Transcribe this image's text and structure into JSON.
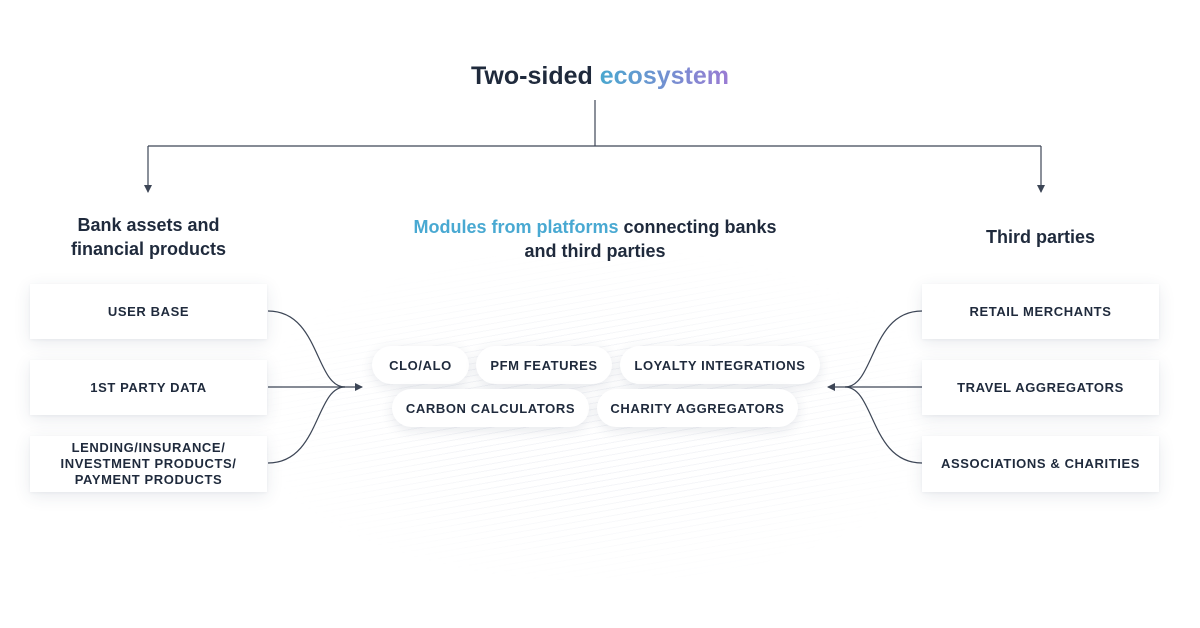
{
  "title": {
    "main": "Two-sided",
    "accent": "ecosystem"
  },
  "left": {
    "heading_line1": "Bank assets and",
    "heading_line2": "financial products",
    "cards": [
      "USER BASE",
      "1ST PARTY DATA",
      "LENDING/INSURANCE/ INVESTMENT PRODUCTS/ PAYMENT PRODUCTS"
    ]
  },
  "center": {
    "heading_accent": "Modules from platforms",
    "heading_rest": "connecting banks",
    "heading_line2": "and third parties",
    "modules_row1": [
      "CLO/ALO",
      "PFM FEATURES",
      "LOYALTY INTEGRATIONS"
    ],
    "modules_row2": [
      "CARBON CALCULATORS",
      "CHARITY AGGREGATORS"
    ]
  },
  "right": {
    "heading": "Third parties",
    "cards": [
      "RETAIL MERCHANTS",
      "TRAVEL AGGREGATORS",
      "ASSOCIATIONS & CHARITIES"
    ]
  },
  "colors": {
    "text": "#1f2a3c",
    "accent_blue": "#49a9d2",
    "accent_purple": "#9a7bd3",
    "line": "#3d4656"
  }
}
